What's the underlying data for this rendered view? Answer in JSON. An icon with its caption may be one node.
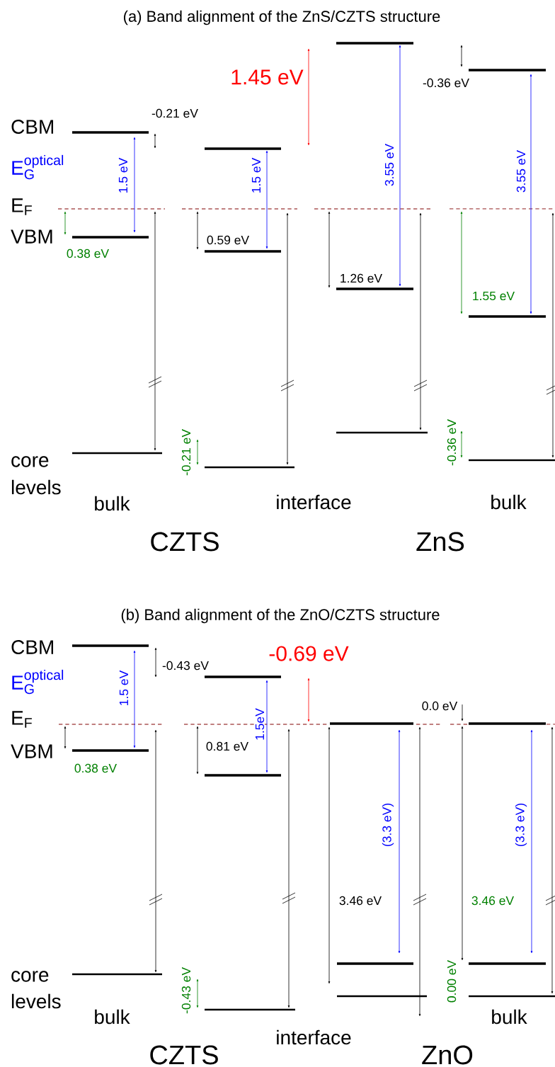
{
  "diagram": {
    "labels": [
      "(a) Band alignment of the ZnS/CZTS structure",
      "1.45 eV",
      "-0.21 eV",
      "-0.36 eV",
      "CBM",
      "\\mathrm{E}_{\\mathrm{G}}^{\\mathrm{optical}}",
      "1.5 eV",
      "1.5 eV",
      "3.55 eV",
      "3.55 eV",
      "\\mathrm{E}_{\\mathrm{F}}",
      "VBM",
      "0.38 eV",
      "0.59 eV",
      "1.26 eV",
      "1.55 eV",
      "-0.21 eV",
      "-0.36 eV",
      "core",
      "levels",
      "bulk",
      "interface",
      "bulk",
      "CZTS",
      "ZnS",
      "(b) Band alignment of the ZnO/CZTS structure",
      "CBM",
      "-0.43 eV",
      "-0.69 eV",
      "\\mathrm{E}_{\\mathrm{G}}^{\\mathrm{optical}}",
      "1.5 eV",
      "0.0 eV",
      "\\mathrm{E}_{\\mathrm{F}}",
      "1.5eV",
      "VBM",
      "0.81 eV",
      "0.38 eV",
      "(3.3 eV)",
      "(3.3 eV)",
      "3.46 eV",
      "3.46 eV",
      "core",
      "-0.43 eV",
      "0.00 eV",
      "levels",
      "bulk",
      "interface",
      "bulk",
      "CZTS",
      "ZnO"
    ]
  }
}
